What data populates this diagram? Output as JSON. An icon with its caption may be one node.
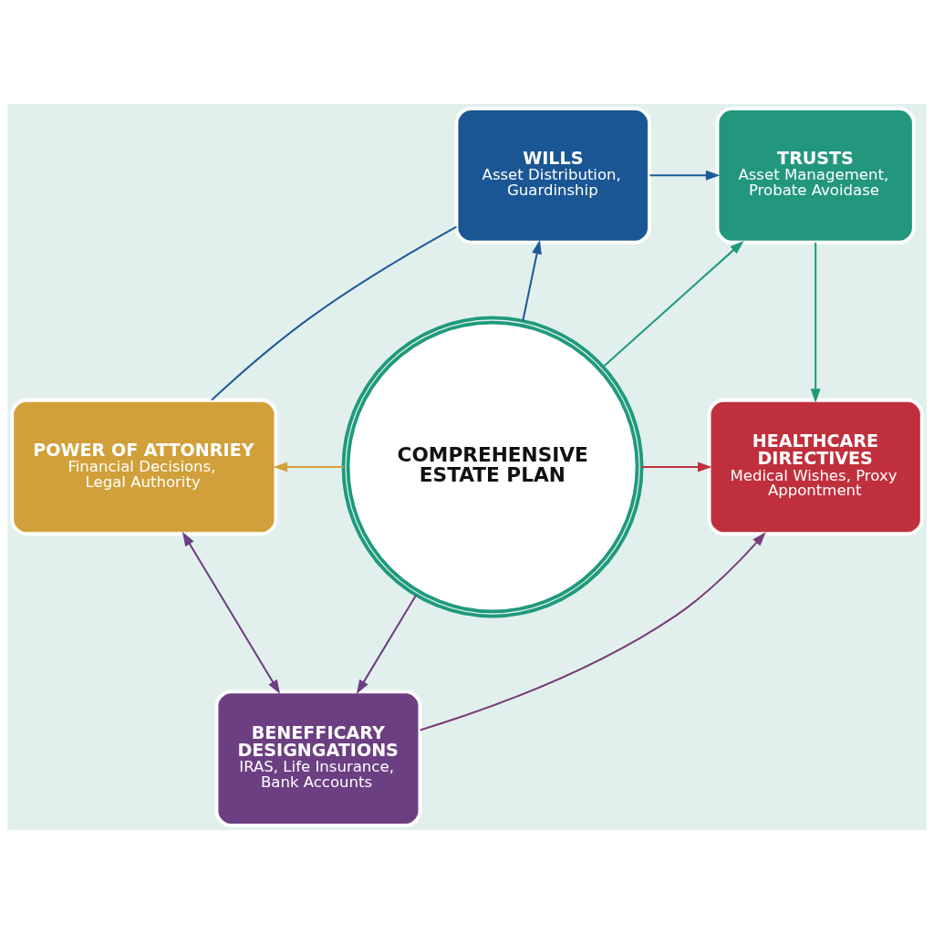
{
  "diagram": {
    "nodes": [
      {
        "text": [
          "WILLS",
          "Asset Distribution, Guardinship"
        ]
      },
      {
        "text": [
          "TRUSTS",
          "Asset Management, Probate Avoidase"
        ]
      },
      {
        "text": [
          "POWER OF ATTONRIEY",
          "Financial Decisions, Legal Authority"
        ]
      },
      {
        "text": [
          "COMPREHENSIVE ESTATE PLAN"
        ]
      },
      {
        "text": [
          "HEALTHCARE DIRECTIVES",
          "Medical Wishes, Proxy Appontment"
        ]
      },
      {
        "text": [
          "BENEFFICARY DESIGNGATIONS",
          "IRAS, Life Insurance, Bank Accounts"
        ]
      }
    ],
    "edges": [
      {
        "from": 3,
        "to": 0,
        "arrow": "to",
        "color": "#1f5a99"
      },
      {
        "from": 3,
        "to": 1,
        "arrow": "to",
        "color": "#1f9a7c"
      },
      {
        "from": 3,
        "to": 2,
        "arrow": "to",
        "color": "#d4a03c"
      },
      {
        "from": 3,
        "to": 4,
        "arrow": "to",
        "color": "#c0303c"
      },
      {
        "from": 3,
        "to": 5,
        "arrow": "to",
        "color": "#6c3f82"
      },
      {
        "from": 0,
        "to": 1,
        "arrow": "to",
        "color": "#1f5a99"
      },
      {
        "from": 1,
        "to": 4,
        "arrow": "to",
        "color": "#1f9a7c"
      },
      {
        "from": 5,
        "to": 4,
        "arrow": "to",
        "color": "#7a3d78"
      },
      {
        "from": 2,
        "to": 5,
        "arrow": "both",
        "color": "#6c3f82"
      },
      {
        "from": 2,
        "to": 0,
        "arrow": "none",
        "color": "#1f5a99"
      }
    ]
  }
}
